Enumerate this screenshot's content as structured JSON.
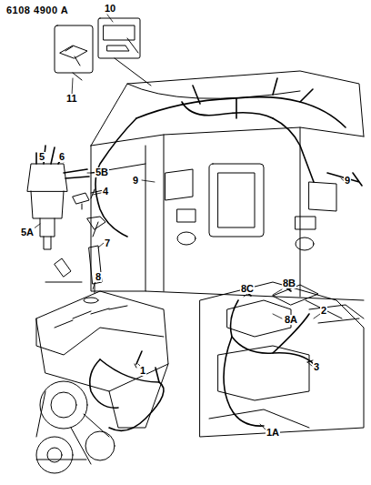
{
  "diagram": {
    "labels": [
      "6108 4900 A",
      "10",
      "11",
      "5",
      "6",
      "5B",
      "4",
      "5A",
      "7",
      "8",
      "9",
      "9",
      "8B",
      "8C",
      "8A",
      "2",
      "3",
      "1",
      "1A"
    ]
  }
}
